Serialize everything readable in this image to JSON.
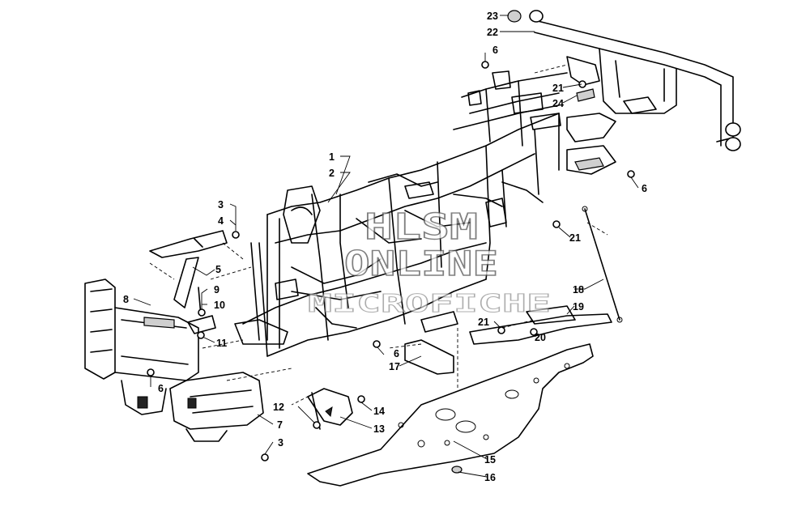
{
  "watermark": {
    "line1": "HLSM",
    "line2": "ONLINE",
    "line3": "MICROFICHE"
  },
  "callouts": [
    {
      "id": "c1",
      "label": "1"
    },
    {
      "id": "c2",
      "label": "2"
    },
    {
      "id": "c3a",
      "label": "3"
    },
    {
      "id": "c4",
      "label": "4"
    },
    {
      "id": "c5",
      "label": "5"
    },
    {
      "id": "c6a",
      "label": "6"
    },
    {
      "id": "c6b",
      "label": "6"
    },
    {
      "id": "c6c",
      "label": "6"
    },
    {
      "id": "c6d",
      "label": "6"
    },
    {
      "id": "c7",
      "label": "7"
    },
    {
      "id": "c3b",
      "label": "3"
    },
    {
      "id": "c8",
      "label": "8"
    },
    {
      "id": "c9",
      "label": "9"
    },
    {
      "id": "c10",
      "label": "10"
    },
    {
      "id": "c11",
      "label": "11"
    },
    {
      "id": "c12",
      "label": "12"
    },
    {
      "id": "c13",
      "label": "13"
    },
    {
      "id": "c14",
      "label": "14"
    },
    {
      "id": "c15",
      "label": "15"
    },
    {
      "id": "c16",
      "label": "16"
    },
    {
      "id": "c17",
      "label": "17"
    },
    {
      "id": "c18",
      "label": "18"
    },
    {
      "id": "c19",
      "label": "19"
    },
    {
      "id": "c20",
      "label": "20"
    },
    {
      "id": "c21a",
      "label": "21"
    },
    {
      "id": "c21b",
      "label": "21"
    },
    {
      "id": "c21c",
      "label": "21"
    },
    {
      "id": "c22",
      "label": "22"
    },
    {
      "id": "c23",
      "label": "23"
    },
    {
      "id": "c24",
      "label": "24"
    }
  ]
}
